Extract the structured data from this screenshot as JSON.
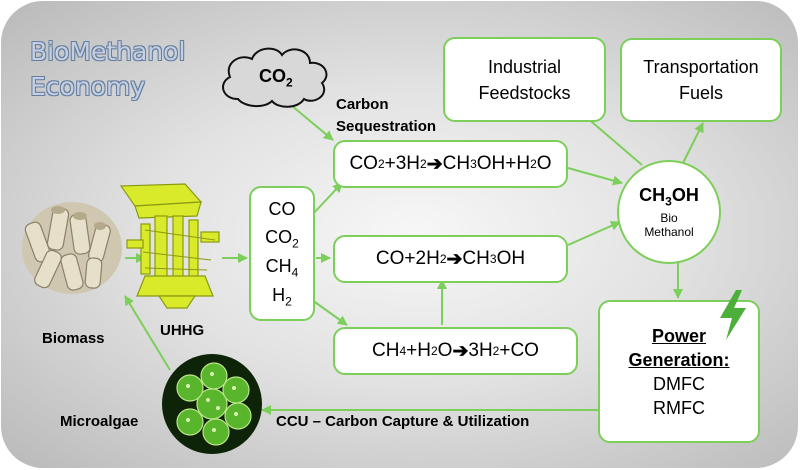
{
  "title": {
    "line1": "BioMethanol",
    "line2": "Economy"
  },
  "cloud": {
    "base": "CO",
    "sub": "2"
  },
  "carbon_sequestration": {
    "line1": "Carbon",
    "line2": "Sequestration"
  },
  "syngas": [
    {
      "base": "CO",
      "sub": ""
    },
    {
      "base": "CO",
      "sub": "2"
    },
    {
      "base": "CH",
      "sub": "4"
    },
    {
      "base": "H",
      "sub": "2"
    }
  ],
  "reactions": {
    "r1": {
      "p1": "CO",
      "s1": "2",
      "p2": "+3H",
      "s2": "2",
      "p3": "CH",
      "p4": "OH+H",
      "s4": "2",
      "p5": "O",
      "s3": "3"
    },
    "r2": {
      "p1": "CO+2H",
      "s1": "2",
      "p2": "CH",
      "s2": "3",
      "p3": "OH"
    },
    "r3": {
      "p1": "CH",
      "s1": "4",
      "p2": "+H",
      "s2": "2",
      "p3": "O",
      "p4": "3H",
      "s4": "2",
      "p5": "+CO"
    },
    "arrow": "➔"
  },
  "methanol": {
    "f1": "CH",
    "s": "3",
    "f2": "OH",
    "line2": "Bio",
    "line3": "Methanol"
  },
  "industrial": {
    "line1": "Industrial",
    "line2": "Feedstocks"
  },
  "transportation": {
    "line1": "Transportation",
    "line2": "Fuels"
  },
  "power": {
    "line1": "Power",
    "line2": "Generation:",
    "line3": "DMFC",
    "line4": "RMFC"
  },
  "labels": {
    "biomass": "Biomass",
    "uhhg": "UHHG",
    "microalgae": "Microalgae",
    "ccu": "CCU – Carbon Capture & Utilization"
  },
  "icons": [
    "cloud-icon",
    "lightning-bolt-icon",
    "biomass-pellets-image",
    "uhhg-reactor-icon",
    "microalgae-cell-icon"
  ],
  "colors": {
    "accent_green": "#7ccf5a",
    "bolt_green": "#4caf3a",
    "title_fill": "#c4cfe3",
    "title_outline": "#667f9f"
  }
}
